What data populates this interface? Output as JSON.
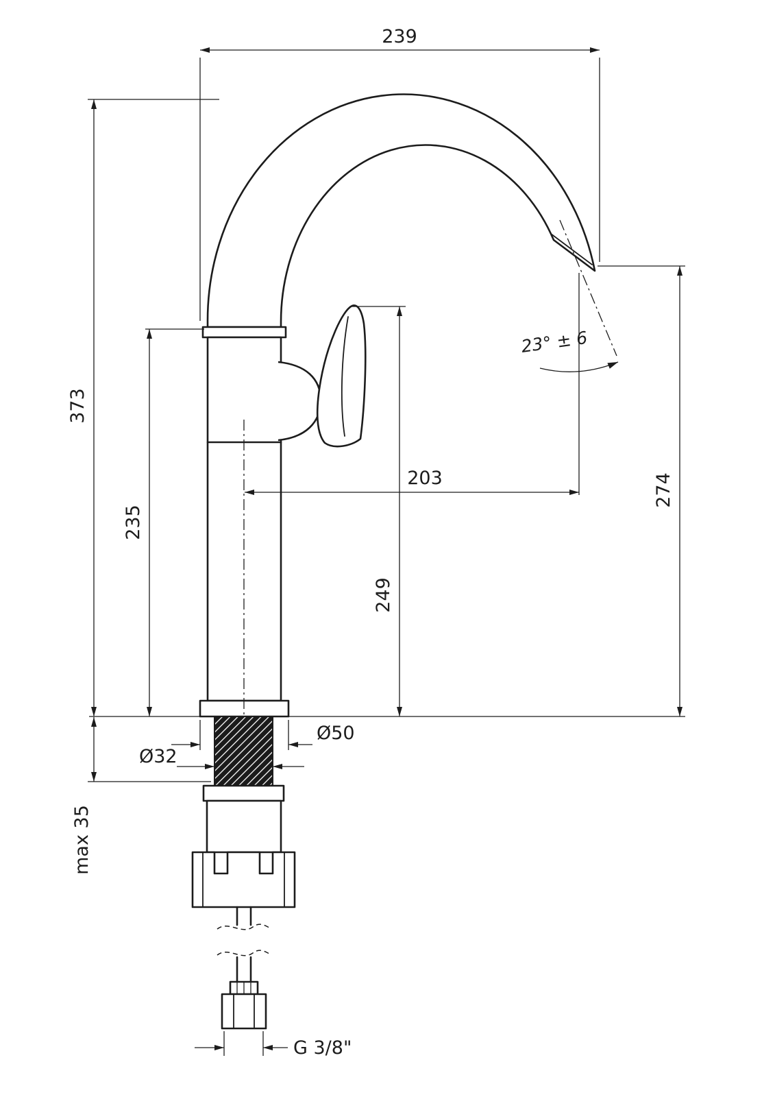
{
  "page": {
    "background": "#ffffff",
    "title": "Faucet dimensional drawing"
  },
  "drawing": {
    "subject": "single-lever high-arc kitchen faucet, side elevation",
    "line_color": "#1c1c1c"
  },
  "dimensions": {
    "spout_width": "239",
    "total_height": "373",
    "body_height": "235",
    "spout_reach": "203",
    "handle_height": "249",
    "outlet_height": "274",
    "outlet_angle": "23° ± 6",
    "base_diameter": "Ø50",
    "shank_diameter": "Ø32",
    "max_deck_thickness": "max 35",
    "connection_thread": "G 3/8\""
  }
}
